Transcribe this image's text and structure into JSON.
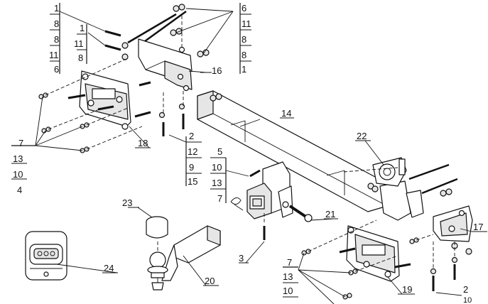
{
  "callouts": {
    "c1": "1",
    "c8a": "8",
    "c8b": "8",
    "c11a": "11",
    "c6a": "6",
    "c1b": "1",
    "c11b": "11",
    "c8c": "8",
    "c6b": "6",
    "c11c": "11",
    "c8d": "8",
    "c8e": "8",
    "c1c": "1",
    "c16": "16",
    "c14": "14",
    "c22": "22",
    "c7a": "7",
    "c13a": "13",
    "c10a": "10",
    "c4": "4",
    "c18": "18",
    "c2a": "2",
    "c12": "12",
    "c9": "9",
    "c15": "15",
    "c5": "5",
    "c10b": "10",
    "c13b": "13",
    "c7b": "7",
    "c21": "21",
    "c23": "23",
    "c3": "3",
    "c17": "17",
    "c24": "24",
    "c20": "20",
    "c7c": "7",
    "c13c": "13",
    "c10c": "10",
    "c19": "19",
    "c2b": "2",
    "c10d": "10"
  }
}
